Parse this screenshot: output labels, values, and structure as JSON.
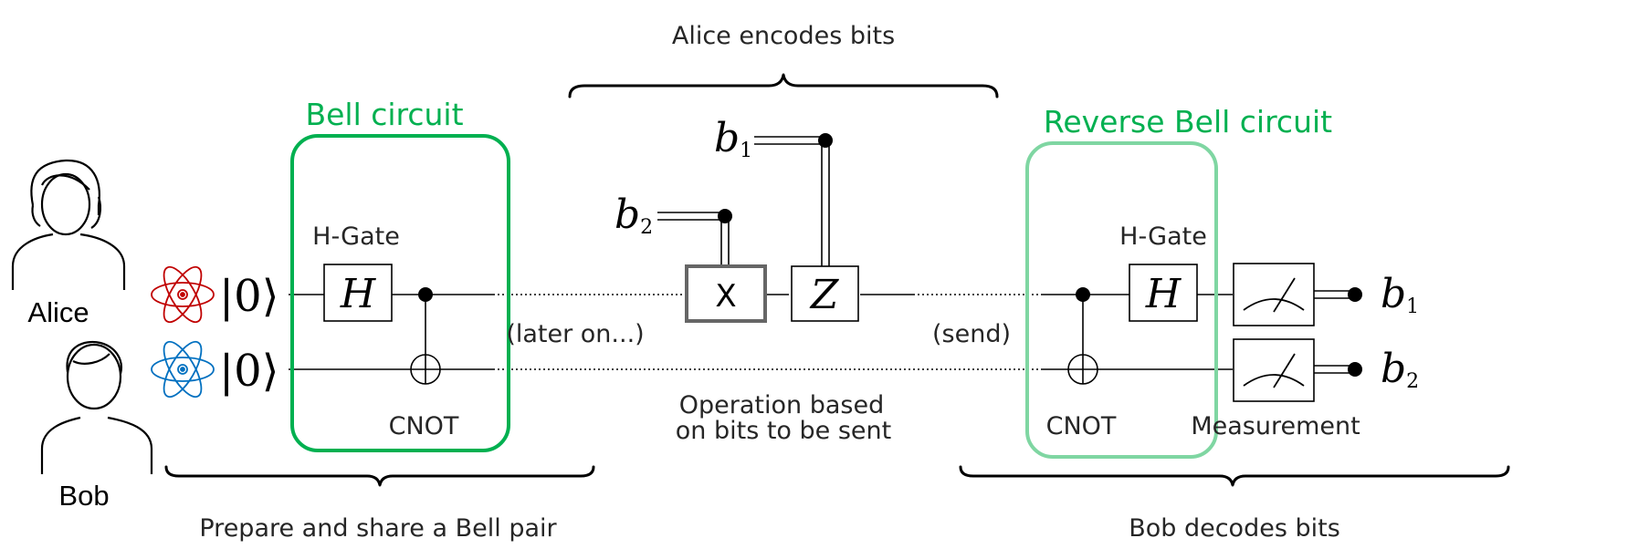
{
  "labels": {
    "alice": "Alice",
    "bob": "Bob",
    "ket_alice": "|0⟩",
    "ket_bob": "|0⟩",
    "bell_circuit": "Bell circuit",
    "reverse_bell_circuit": "Reverse Bell circuit",
    "h_gate_left": "H-Gate",
    "h_gate_right": "H-Gate",
    "h_symbol": "H",
    "cnot_left": "CNOT",
    "cnot_right": "CNOT",
    "later_on": "(later on...)",
    "send": "(send)",
    "alice_encodes": "Alice encodes bits",
    "x_gate": "X",
    "z_gate": "Z",
    "operation_line1": "Operation based",
    "operation_line2": "on bits to be sent",
    "measurement": "Measurement",
    "prepare_share": "Prepare and share a Bell pair",
    "bob_decodes": "Bob decodes bits",
    "b_letter": "b",
    "sub_1": "1",
    "sub_2": "2"
  },
  "colors": {
    "bell_green": "#00b050",
    "reverse_green": "#7fd6a2",
    "atom_red": "#c00000",
    "atom_blue": "#0070c0",
    "x_box": "#666666"
  },
  "icons": {
    "alice": "woman-person-icon",
    "bob": "man-person-icon",
    "atom": "atom-icon",
    "meter": "measurement-meter-icon"
  }
}
